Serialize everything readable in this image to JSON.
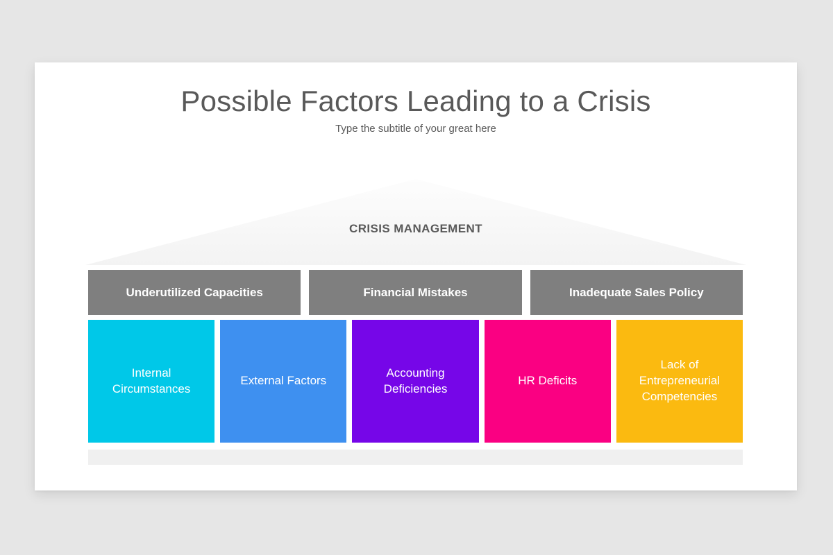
{
  "slide": {
    "title": "Possible Factors Leading to a Crisis",
    "subtitle": "Type the subtitle of your great here",
    "roof_label": "CRISIS MANAGEMENT",
    "categories": [
      {
        "label": "Underutilized Capacities"
      },
      {
        "label": "Financial Mistakes"
      },
      {
        "label": "Inadequate Sales Policy"
      }
    ],
    "factors": [
      {
        "label": "Internal Circumstances",
        "color": "#00c8e8"
      },
      {
        "label": "External Factors",
        "color": "#3e90f0"
      },
      {
        "label": "Accounting Deficiencies",
        "color": "#7606e8"
      },
      {
        "label": "HR Deficits",
        "color": "#fa0082"
      },
      {
        "label": "Lack of Entrepreneurial Competencies",
        "color": "#fbba10"
      }
    ],
    "colors": {
      "page_background": "#e6e6e6",
      "card_background": "#ffffff",
      "title_text": "#595959",
      "subtitle_text": "#595959",
      "roof_text": "#595959",
      "category_bar": "#7f7f7f",
      "base_bar": "#f0f0f0"
    }
  }
}
